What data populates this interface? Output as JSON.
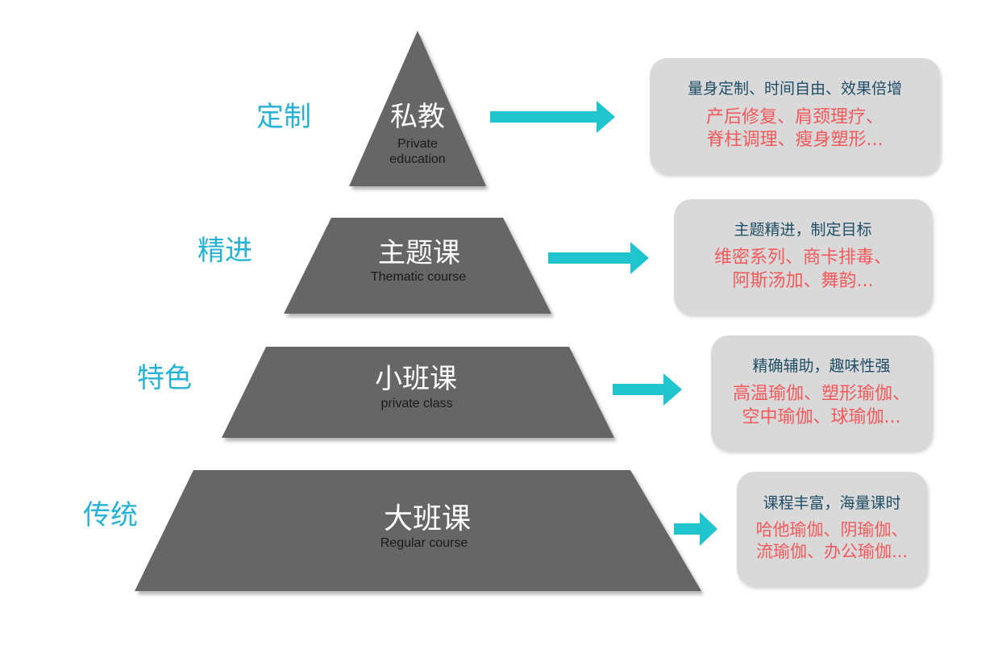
{
  "colors": {
    "tier_fill": "#666666",
    "arrow": "#20c4cc",
    "side_label": "#25b2d6",
    "box_bg": "#d9d9d9",
    "box_heading": "#1f4e66",
    "box_body": "#f4595c"
  },
  "tiers": [
    {
      "side_label": "定制",
      "title": "私教",
      "subtitle_line1": "Private",
      "subtitle_line2": "education",
      "box_heading": "量身定制、时间自由、效果倍增",
      "box_line1": "产后修复、肩颈理疗、",
      "box_line2": "脊柱调理、瘦身塑形..."
    },
    {
      "side_label": "精进",
      "title": "主题课",
      "subtitle_line1": "Thematic course",
      "box_heading": "主题精进，制定目标",
      "box_line1": "维密系列、商卡排毒、",
      "box_line2": "阿斯汤加、舞韵..."
    },
    {
      "side_label": "特色",
      "title": "小班课",
      "subtitle_line1": "private class",
      "box_heading": "精确辅助，趣味性强",
      "box_line1": "高温瑜伽、塑形瑜伽、",
      "box_line2": "空中瑜伽、球瑜伽..."
    },
    {
      "side_label": "传统",
      "title": "大班课",
      "subtitle_line1": "Regular course",
      "box_heading": "课程丰富，海量课时",
      "box_line1": "哈他瑜伽、阴瑜伽、",
      "box_line2": "流瑜伽、办公瑜伽..."
    }
  ]
}
